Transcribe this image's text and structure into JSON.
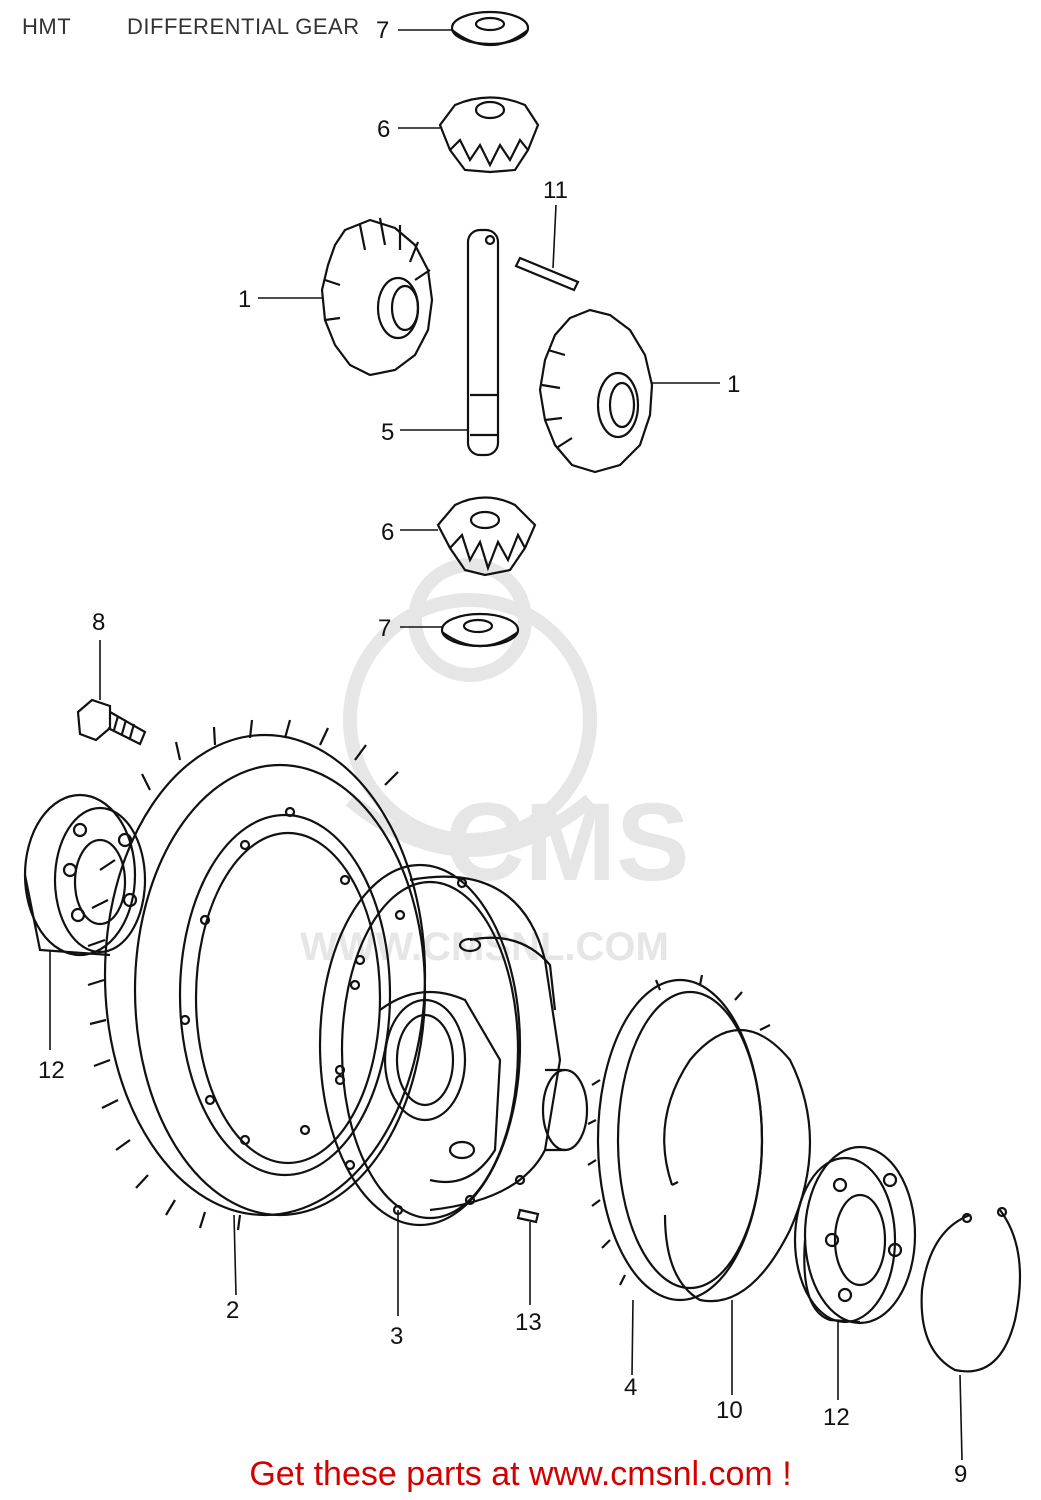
{
  "header": {
    "code": "HMT",
    "title": "DIFFERENTIAL GEAR"
  },
  "watermark": {
    "brand": "CMS",
    "site": "WWW.CMSNL.COM"
  },
  "footer": {
    "text": "Get these parts at www.cmsnl.com !"
  },
  "parts": {
    "p7a": "7",
    "p6a": "6",
    "p11": "11",
    "p1a": "1",
    "p1b": "1",
    "p5": "5",
    "p6b": "6",
    "p7b": "7",
    "p8": "8",
    "p12a": "12",
    "p2": "2",
    "p3": "3",
    "p13": "13",
    "p4": "4",
    "p10": "10",
    "p12b": "12",
    "p9": "9"
  },
  "colors": {
    "line": "#111111",
    "footer": "#d40000",
    "watermark": "#e6e6e6"
  }
}
